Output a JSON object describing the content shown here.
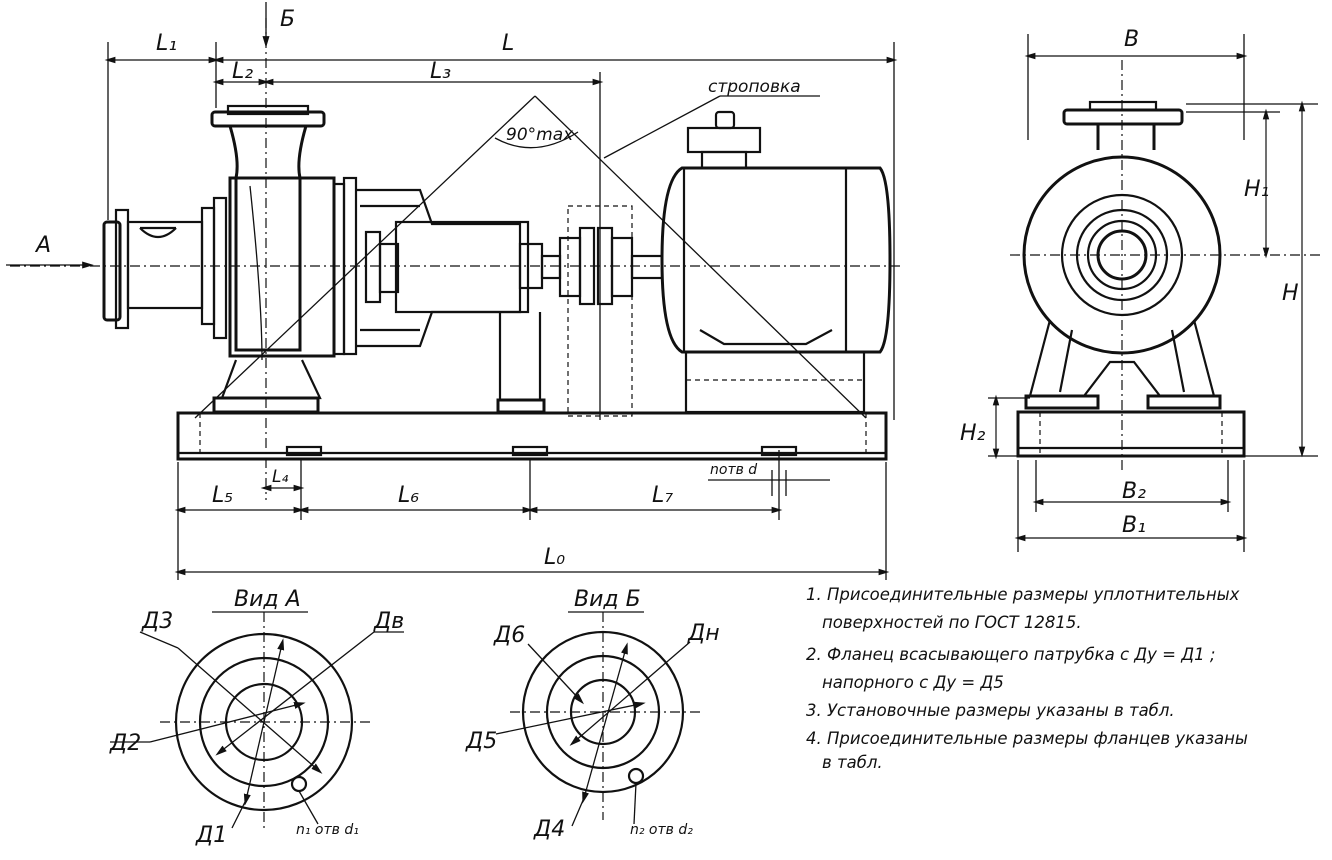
{
  "views": {
    "view_a_title": "Вид А",
    "view_b_title": "Вид Б",
    "direction_a": "А",
    "direction_b": "Б",
    "angle": "90°max",
    "sling_label": "строповка"
  },
  "dimensions": {
    "L": "L",
    "L1": "L₁",
    "L2": "L₂",
    "L3": "L₃",
    "L4": "L₄",
    "L5": "L₅",
    "L6": "L₆",
    "L7": "L₇",
    "L0": "L₀",
    "H": "H",
    "H1": "H₁",
    "H2": "H₂",
    "B": "B",
    "B1": "B₁",
    "B2": "B₂",
    "n_hole_d": "nотв d"
  },
  "flange_a": {
    "D1": "Д1",
    "D2": "Д2",
    "D3": "Д3",
    "Dv": "Дв",
    "holes": "n₁ отв d₁"
  },
  "flange_b": {
    "D4": "Д4",
    "D5": "Д5",
    "D6": "Д6",
    "Dn": "Дн",
    "holes": "n₂ отв d₂"
  },
  "notes": [
    "1. Присоединительные размеры уплотнительных",
    "поверхностей по ГОСТ 12815.",
    "2. Фланец всасывающего патрубка с Ду = Д1 ;",
    "напорного   с Ду = Д5",
    "3. Установочные размеры указаны в табл.",
    "4. Присоединительные размеры фланцев указаны",
    "в табл."
  ]
}
